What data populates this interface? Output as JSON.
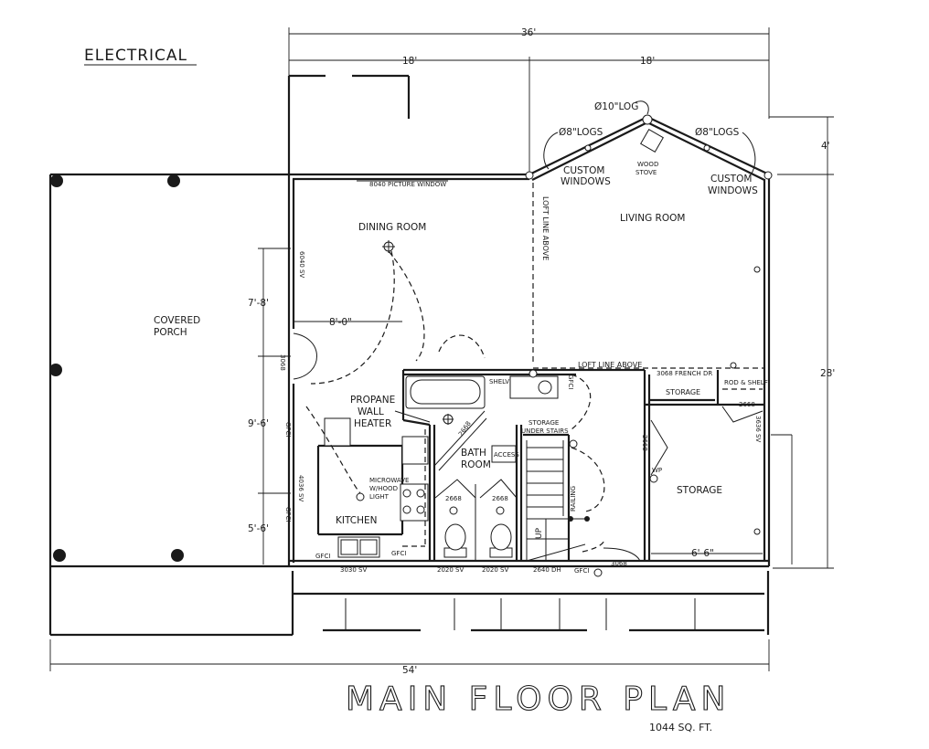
{
  "header": {
    "title": "ELECTRICAL"
  },
  "footer": {
    "plan_title": "MAIN FLOOR PLAN",
    "area": "1044 SQ. FT."
  },
  "rooms": {
    "covered_porch_1": "COVERED",
    "covered_porch_2": "PORCH",
    "dining_room": "DINING ROOM",
    "living_room": "LIVING ROOM",
    "kitchen": "KITCHEN",
    "bath_room_1": "BATH",
    "bath_room_2": "ROOM",
    "storage_main": "STORAGE",
    "storage_small": "STORAGE",
    "storage_under_stairs_1": "STORAGE",
    "storage_under_stairs_2": "UNDER STAIRS"
  },
  "labels": {
    "propane_1": "PROPANE",
    "propane_2": "WALL",
    "propane_3": "HEATER",
    "microwave_1": "MICROWAVE",
    "microwave_2": "W/HOOD",
    "microwave_3": "LIGHT",
    "custom_windows_left_1": "CUSTOM",
    "custom_windows_left_2": "WINDOWS",
    "custom_windows_right_1": "CUSTOM",
    "custom_windows_right_2": "WINDOWS",
    "wood_stove_1": "WOOD",
    "wood_stove_2": "STOVE",
    "log_center": "Ø10\"LOG",
    "logs_left": "Ø8\"LOGS",
    "logs_right": "Ø8\"LOGS",
    "loft_line_vertical": "LOFT LINE ABOVE",
    "loft_line_horizontal": "LOFT LINE ABOVE",
    "picture_window": "8040 PICTURE WINDOW",
    "window_6040": "6040 SV",
    "door_3068_left": "3068",
    "window_4036": "4036 SV",
    "window_3030": "3030 SV",
    "window_2020_a": "2020 SV",
    "window_2020_b": "2020 SV",
    "window_2640": "2640 DH",
    "door_3068_bottom": "3068",
    "french_door": "3068 FRENCH DR",
    "rod_shelf": "ROD & SHELF",
    "door_2668_right": "2668",
    "window_3636": "3636 SV",
    "door_2668_storage": "2668",
    "door_2668_bath": "2668",
    "door_2668_a": "2668",
    "door_2668_b": "2668",
    "shelves": "SHELVES",
    "access": "ACCESS",
    "up": "UP",
    "railing": "RAILING",
    "gfci_1": "GFCI",
    "gfci_2": "GFCI",
    "gfci_3": "GFCI",
    "gfci_4": "GFCI",
    "gfci_5": "GFCI",
    "gfci_6": "GFCI",
    "wp": "WP"
  },
  "dimensions": {
    "total_width": "36'",
    "left_half": "18'",
    "right_half": "18'",
    "overall": "54'",
    "depth": "28'",
    "bump": "4'",
    "d_7_8": "7'-8'",
    "d_9_6": "9'-6'",
    "d_5_6": "5'-6'",
    "d_8_0": "8'-0\"",
    "d_6_6": "6'-6\""
  }
}
